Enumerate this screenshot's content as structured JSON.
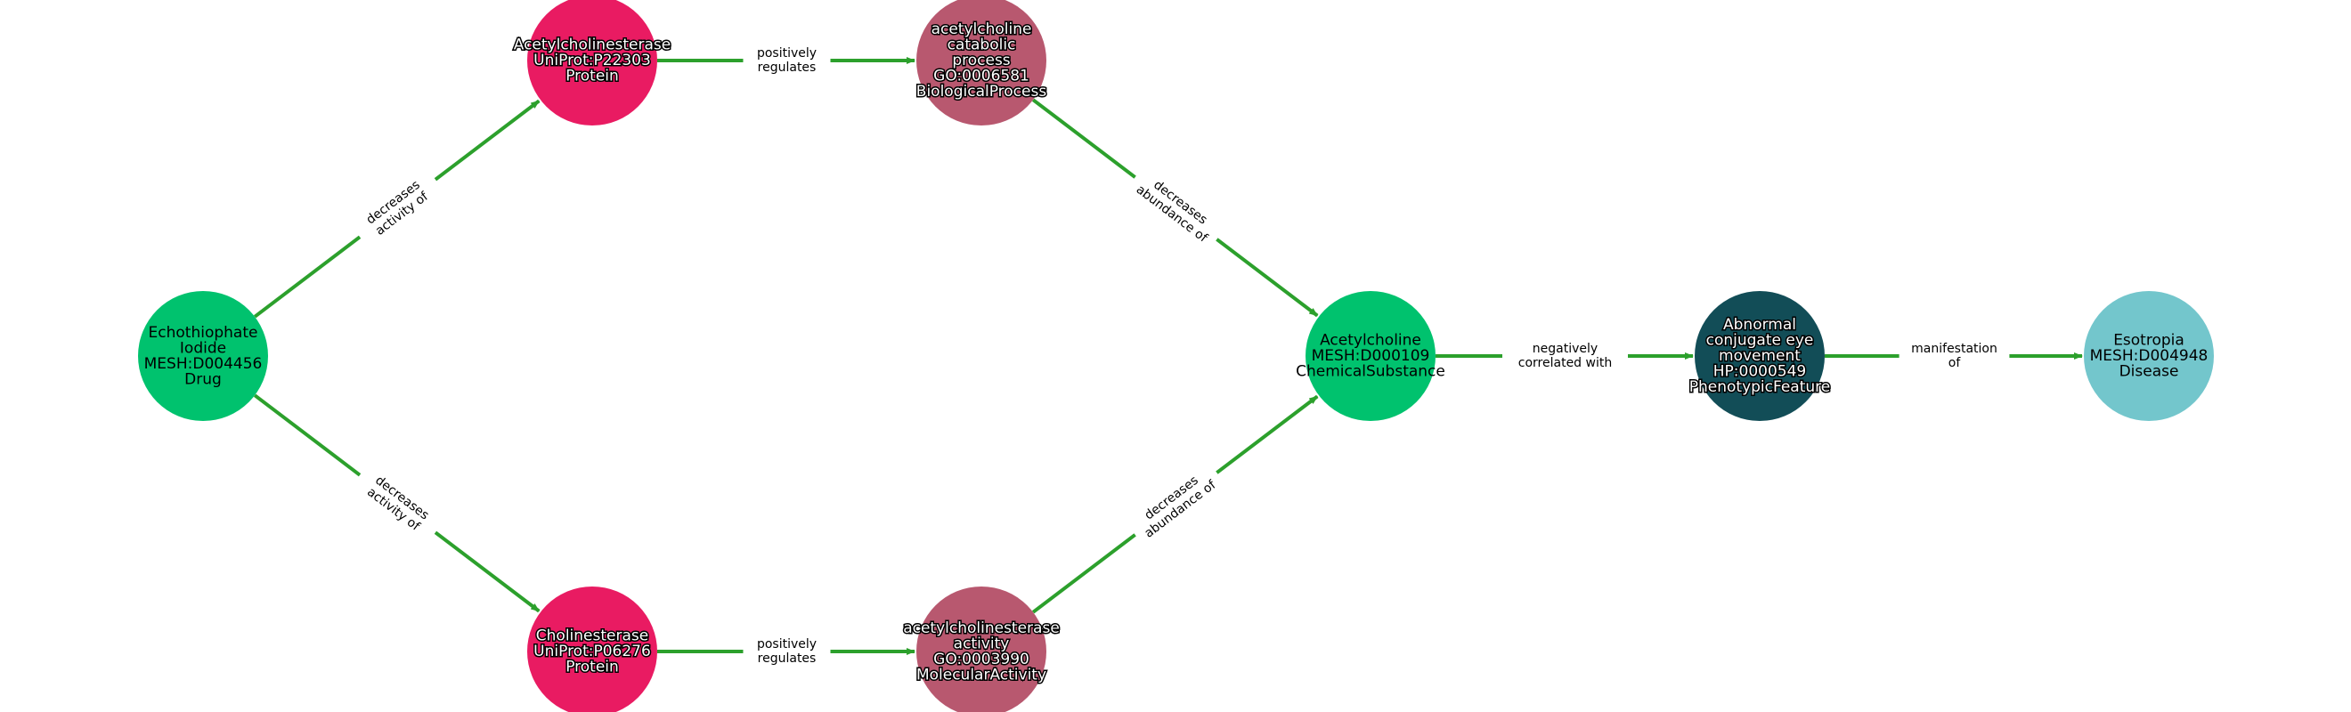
{
  "colors": {
    "edge": "#2ca02c",
    "drug": "#00c26e",
    "protein": "#e91b62",
    "process": "#b8586f",
    "phenotype": "#124d57",
    "disease": "#73c6cc"
  },
  "nodes": [
    {
      "id": "echothiophate",
      "color": "drug",
      "text": "dark",
      "lines": [
        "Echothiophate",
        "Iodide",
        "MESH:D004456",
        "Drug"
      ]
    },
    {
      "id": "ache",
      "color": "protein",
      "text": "light",
      "lines": [
        "Acetylcholinesterase",
        "UniProt:P22303",
        "Protein"
      ]
    },
    {
      "id": "bche",
      "color": "protein",
      "text": "light",
      "lines": [
        "Cholinesterase",
        "UniProt:P06276",
        "Protein"
      ]
    },
    {
      "id": "catabolic",
      "color": "process",
      "text": "light",
      "lines": [
        "acetylcholine",
        "catabolic",
        "process",
        "GO:0006581",
        "BiologicalProcess"
      ]
    },
    {
      "id": "activity",
      "color": "process",
      "text": "light",
      "lines": [
        "acetylcholinesterase",
        "activity",
        "GO:0003990",
        "MolecularActivity"
      ]
    },
    {
      "id": "acetylcholine",
      "color": "drug",
      "text": "dark",
      "lines": [
        "Acetylcholine",
        "MESH:D000109",
        "ChemicalSubstance"
      ]
    },
    {
      "id": "abnormal",
      "color": "phenotype",
      "text": "light",
      "lines": [
        "Abnormal",
        "conjugate eye",
        "movement",
        "HP:0000549",
        "PhenotypicFeature"
      ]
    },
    {
      "id": "esotropia",
      "color": "disease",
      "text": "dark",
      "lines": [
        "Esotropia",
        "MESH:D004948",
        "Disease"
      ]
    }
  ],
  "edges": [
    {
      "from": "echothiophate",
      "to": "ache",
      "lines": [
        "decreases",
        "activity of"
      ]
    },
    {
      "from": "echothiophate",
      "to": "bche",
      "lines": [
        "decreases",
        "activity of"
      ]
    },
    {
      "from": "ache",
      "to": "catabolic",
      "lines": [
        "positively",
        "regulates"
      ]
    },
    {
      "from": "bche",
      "to": "activity",
      "lines": [
        "positively",
        "regulates"
      ]
    },
    {
      "from": "catabolic",
      "to": "acetylcholine",
      "lines": [
        "decreases",
        "abundance of"
      ]
    },
    {
      "from": "activity",
      "to": "acetylcholine",
      "lines": [
        "decreases",
        "abundance of"
      ]
    },
    {
      "from": "acetylcholine",
      "to": "abnormal",
      "lines": [
        "negatively",
        "correlated with"
      ]
    },
    {
      "from": "abnormal",
      "to": "esotropia",
      "lines": [
        "manifestation",
        "of"
      ]
    }
  ]
}
